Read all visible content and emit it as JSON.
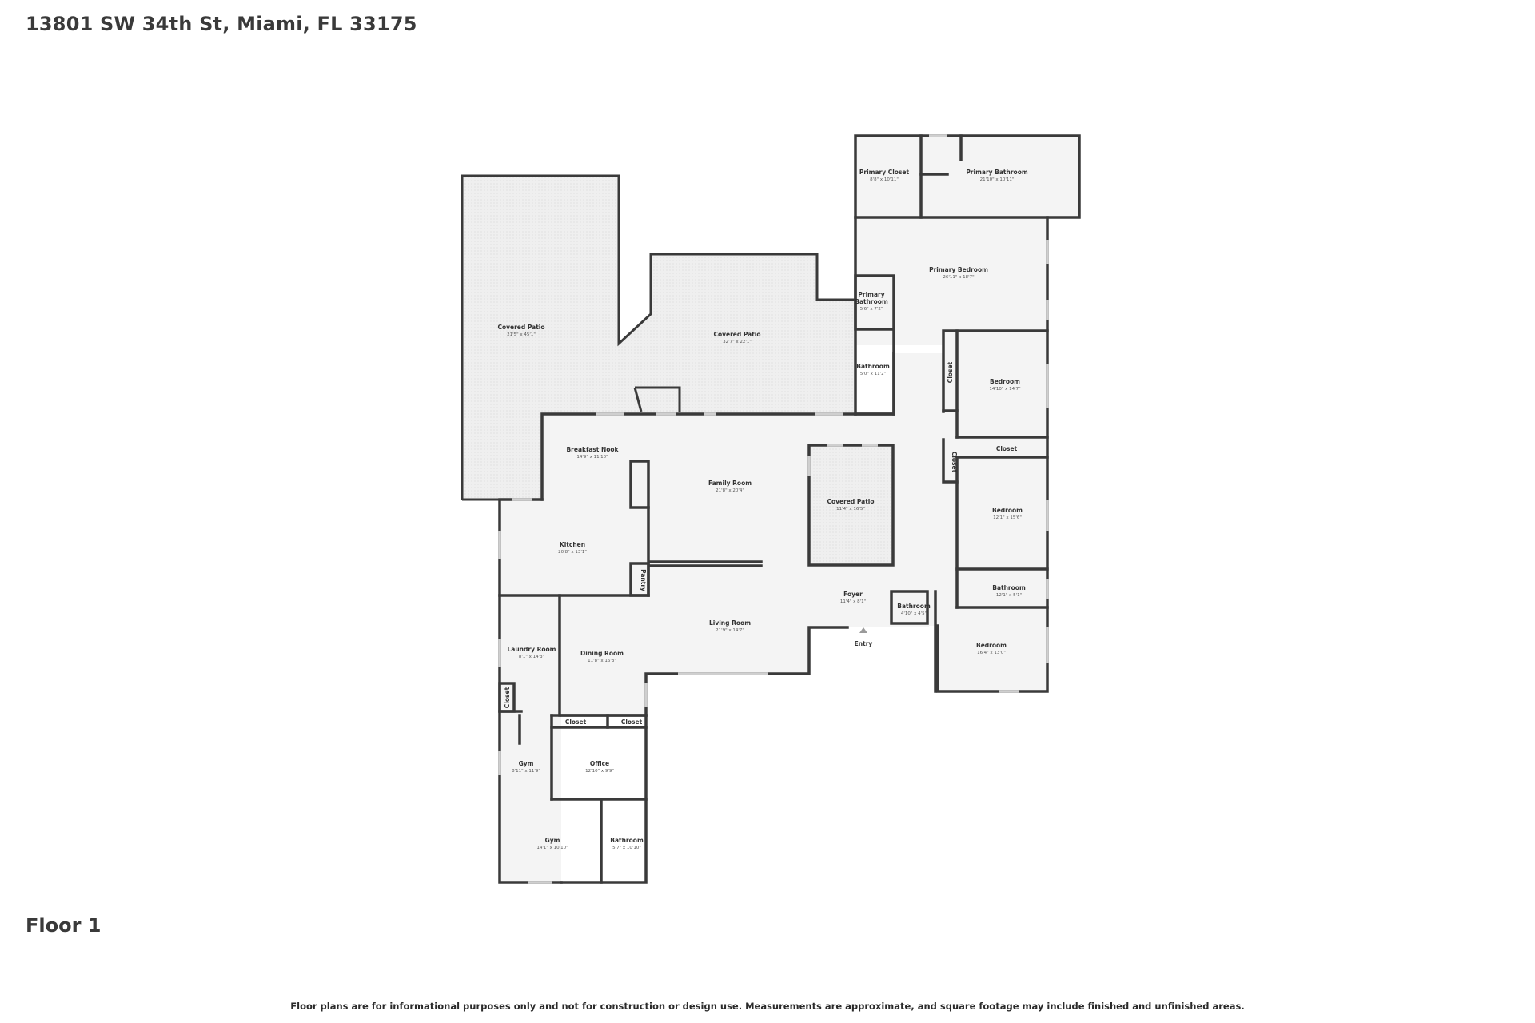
{
  "header": {
    "address": "13801 SW 34th St, Miami, FL 33175"
  },
  "floor": {
    "label": "Floor 1"
  },
  "footer": {
    "disclaimer": "Floor plans are for informational purposes only and not for construction or design use. Measurements are approximate, and square footage may include finished and unfinished areas."
  },
  "rooms": {
    "primary_closet": {
      "name": "Primary Closet",
      "dims": "8'8\" x 10'11\""
    },
    "primary_bathroom": {
      "name": "Primary Bathroom",
      "dims": "21'10\" x 10'11\""
    },
    "primary_bedroom": {
      "name": "Primary Bedroom",
      "dims": "26'11\" x 18'7\""
    },
    "primary_bathroom_small": {
      "name": "Primary Bathroom",
      "dims": "5'6\" x 7'2\""
    },
    "covered_patio_left": {
      "name": "Covered Patio",
      "dims": "21'5\" x 45'1\""
    },
    "covered_patio_center": {
      "name": "Covered Patio",
      "dims": "32'7\" x 22'1\""
    },
    "bathroom_1": {
      "name": "Bathroom",
      "dims": "5'0\" x 11'2\""
    },
    "closet_1": {
      "name": "Closet"
    },
    "bedroom_1": {
      "name": "Bedroom",
      "dims": "14'10\" x 14'7\""
    },
    "breakfast_nook": {
      "name": "Breakfast Nook",
      "dims": "14'9\" x 11'10\""
    },
    "family_room": {
      "name": "Family Room",
      "dims": "21'8\" x 20'4\""
    },
    "covered_patio_inner": {
      "name": "Covered Patio",
      "dims": "11'4\" x 16'5\""
    },
    "closet_2": {
      "name": "Closet"
    },
    "closet_3": {
      "name": "Closet"
    },
    "bedroom_2": {
      "name": "Bedroom",
      "dims": "12'1\" x 15'6\""
    },
    "kitchen": {
      "name": "Kitchen",
      "dims": "20'8\" x 13'1\""
    },
    "pantry": {
      "name": "Pantry"
    },
    "foyer": {
      "name": "Foyer",
      "dims": "11'4\" x 8'1\""
    },
    "bathroom_2": {
      "name": "Bathroom",
      "dims": "12'1\" x 5'1\""
    },
    "bathroom_3": {
      "name": "Bathroom",
      "dims": "4'10\" x 4'5\""
    },
    "living_room": {
      "name": "Living Room",
      "dims": "21'9\" x 14'7\""
    },
    "entry": {
      "name": "Entry"
    },
    "bedroom_3": {
      "name": "Bedroom",
      "dims": "16'4\" x 13'0\""
    },
    "laundry_room": {
      "name": "Laundry Room",
      "dims": "8'1\" x 14'3\""
    },
    "dining_room": {
      "name": "Dining Room",
      "dims": "11'8\" x 16'3\""
    },
    "closet_4": {
      "name": "Closet"
    },
    "closet_5": {
      "name": "Closet"
    },
    "closet_6": {
      "name": "Closet"
    },
    "gym_1": {
      "name": "Gym",
      "dims": "8'11\" x 11'9\""
    },
    "office": {
      "name": "Office",
      "dims": "12'10\" x 9'9\""
    },
    "gym_2": {
      "name": "Gym",
      "dims": "14'1\" x 10'10\""
    },
    "bathroom_4": {
      "name": "Bathroom",
      "dims": "5'7\" x 10'10\""
    }
  },
  "colors": {
    "wall": "#3a3a3a",
    "floor_fill": "#f4f4f4",
    "patio_fill": "#eeeeee",
    "text": "#3a3a3a"
  }
}
